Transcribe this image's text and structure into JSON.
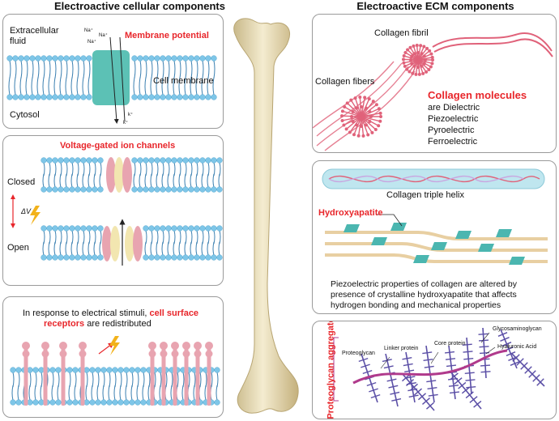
{
  "headers": {
    "left": "Electroactive cellular components",
    "right": "Electroactive ECM components"
  },
  "membrane_panel": {
    "extracellular": "Extracellular",
    "fluid": "fluid",
    "title": "Membrane potential",
    "cell_membrane": "Cell membrane",
    "cytosol": "Cytosol",
    "ion_na": "Na⁺",
    "ion_k": "k⁺"
  },
  "channels_panel": {
    "title": "Voltage-gated ion channels",
    "closed": "Closed",
    "open": "Open",
    "delta_v": "ΔV"
  },
  "receptors_panel": {
    "line1": "In response to electrical stimuli,",
    "highlight1": "cell surface",
    "highlight2": "receptors",
    "line2_rest": "are redistributed"
  },
  "collagen_panel": {
    "fibril": "Collagen fibril",
    "fibers": "Collagen fibers",
    "molecules_title": "Collagen molecules",
    "properties": [
      "are Dielectric",
      "Piezoelectric",
      "Pyroelectric",
      "Ferroelectric"
    ]
  },
  "hydroxyapatite_panel": {
    "triple_helix": "Collagen triple helix",
    "title": "Hydroxyapatite",
    "caption": [
      "Piezoelectric properties of collagen are altered by",
      "presence of crystalline hydroxyapatite that affects",
      "hydrogen bonding and mechanical properties"
    ]
  },
  "proteoglycan_panel": {
    "side_title": "Proteoglycan aggregate",
    "linker": "Linker protein",
    "core": "Core protein",
    "gag": "Glycosaminoglycan",
    "proteoglycan": "Proteoglycan",
    "hyaluronic": "Hyaluronic Acid"
  },
  "colors": {
    "accent_red": "#e8262b",
    "lipid_head": "#7ec6e8",
    "lipid_tail": "#3a7fb0",
    "channel_teal": "#3fb6a8",
    "collagen_pink": "#e0627a",
    "receptor_pink": "#e8a4b0",
    "hydroxyapatite": "#4bb6b0",
    "bone": "#efe3b8",
    "proteoglycan_purple": "#5b4fa6",
    "hyaluronic_magenta": "#b03a8c"
  }
}
